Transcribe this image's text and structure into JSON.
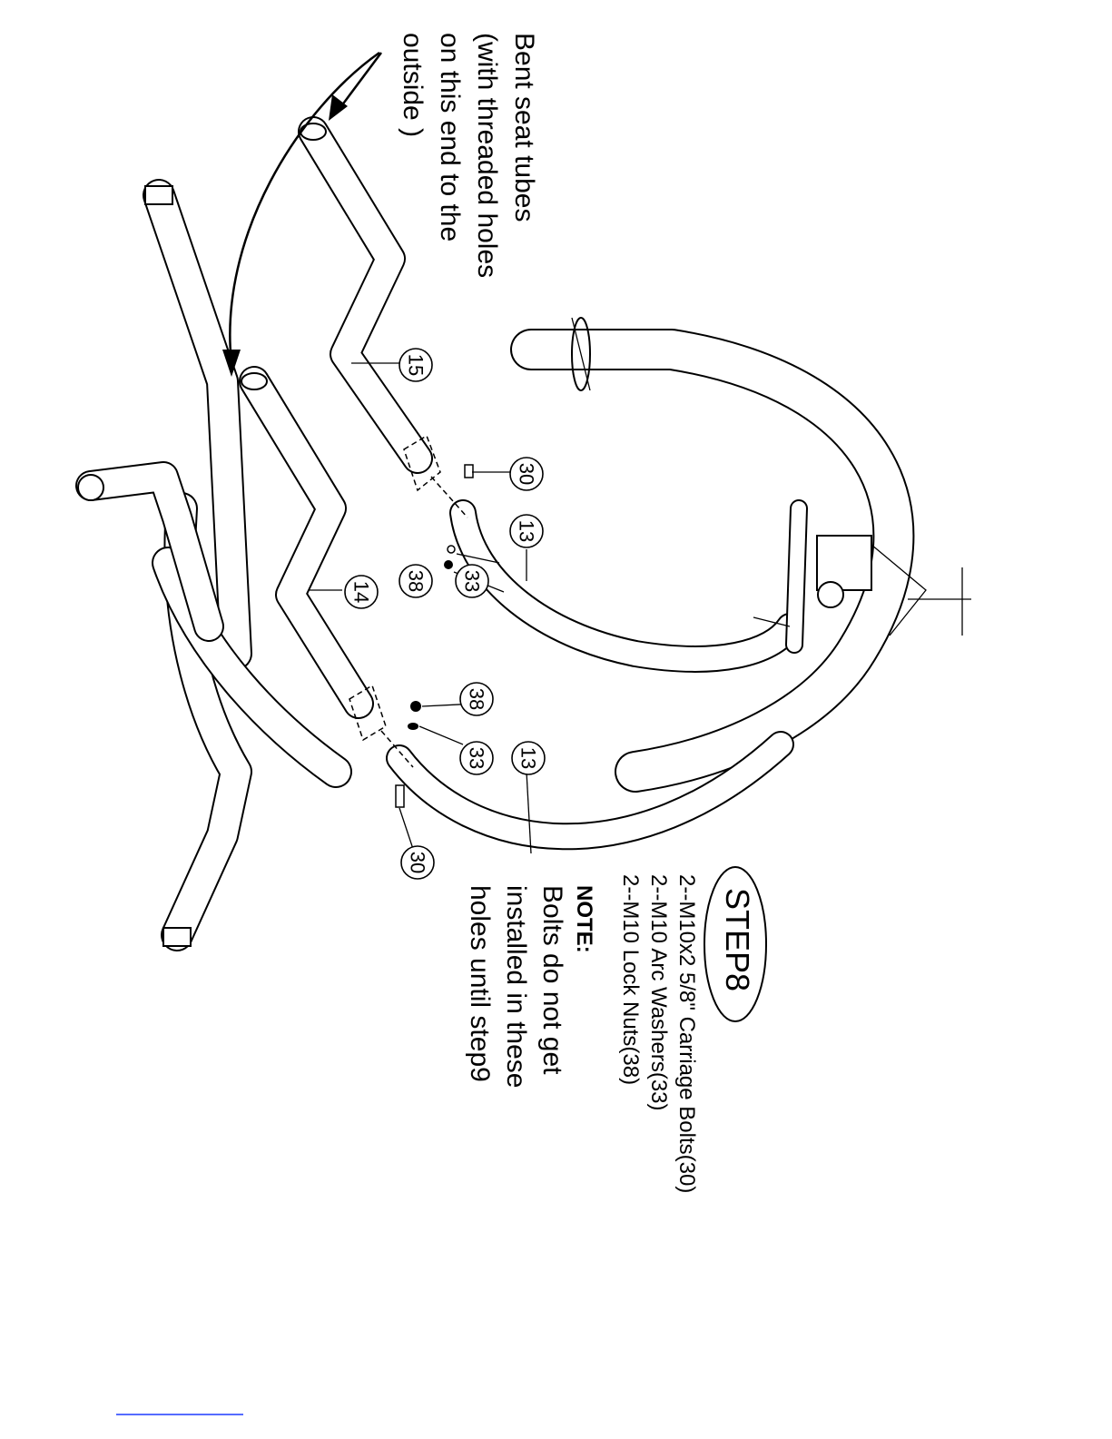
{
  "step": {
    "title": "STEP8"
  },
  "parts_list": [
    "2--M10x2 5/8\"  Carriage  Bolts(30)",
    "2--M10 Arc Washers(33)",
    "2--M10 Lock Nuts(38)"
  ],
  "note": {
    "heading": "NOTE:",
    "lines": [
      "Bolts do not get",
      "installed in these",
      "holes until step9"
    ]
  },
  "annotation": {
    "lines": [
      "Bent seat tubes",
      "(with threaded holes",
      "on this end  to the",
      "outside )"
    ]
  },
  "callouts": [
    "15",
    "14",
    "30",
    "13",
    "33",
    "38",
    "38",
    "33",
    "13",
    "30"
  ]
}
